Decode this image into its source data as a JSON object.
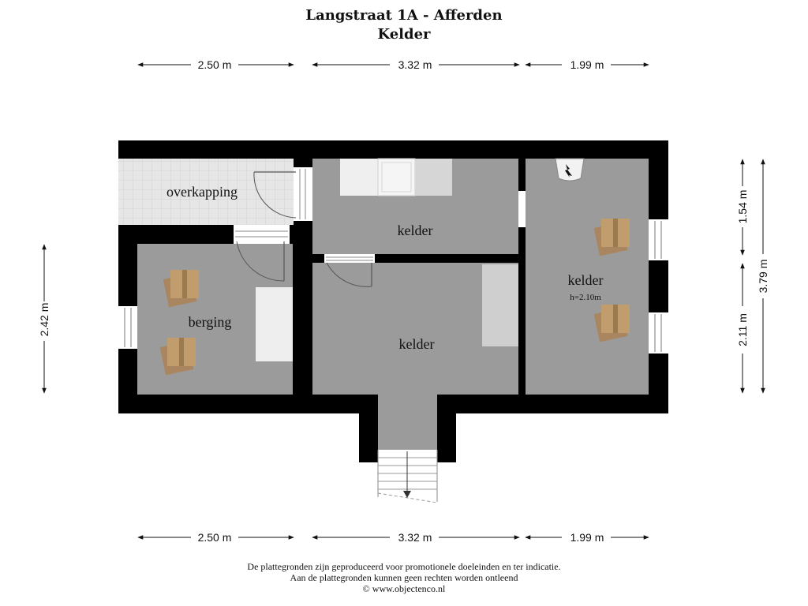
{
  "header": {
    "title": "Langstraat 1A - Afferden",
    "floor": "Kelder"
  },
  "dimensions": {
    "top": [
      "2.50 m",
      "3.32 m",
      "1.99 m"
    ],
    "bottom": [
      "2.50 m",
      "3.32 m",
      "1.99 m"
    ],
    "left": "2.42 m",
    "right_inner": [
      "1.54 m",
      "2.11 m"
    ],
    "right_outer": "3.79 m"
  },
  "rooms": {
    "overkapping": "overkapping",
    "kelder_top": "kelder",
    "kelder_right": "kelder",
    "kelder_right_height": "h=2.10m",
    "berging": "berging",
    "kelder_center": "kelder"
  },
  "footer": {
    "line1": "De plattegronden zijn geproduceerd voor promotionele doeleinden en ter indicatie.",
    "line2": "Aan de plattegronden kunnen geen rechten worden ontleend",
    "line3": "© www.objectenco.nl"
  },
  "colors": {
    "wall": "#000000",
    "floor": "#9a9a9a",
    "tile": "#e4e4e4",
    "box": "#b8956a"
  }
}
